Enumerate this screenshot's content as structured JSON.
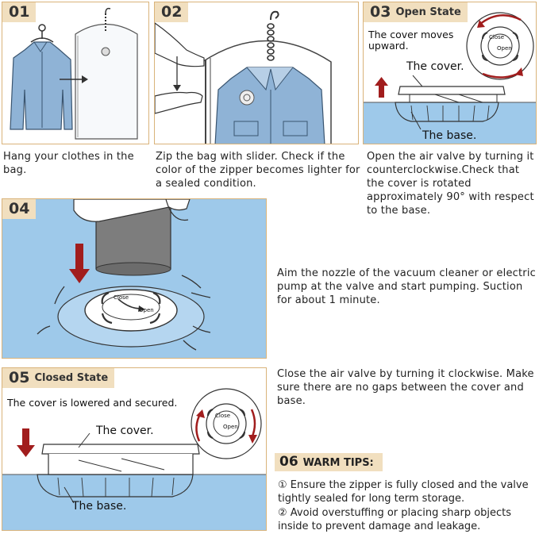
{
  "steps": [
    {
      "number": "01",
      "caption": "Hang your clothes in the bag."
    },
    {
      "number": "02",
      "caption": "Zip the bag with slider. Check if the color of the zipper becomes lighter for a sealed condition."
    },
    {
      "number": "03",
      "title": "Open State",
      "note": "The cover moves upward.",
      "cover_label": "The cover.",
      "base_label": "The base.",
      "caption": "Open the air valve by turning it counterclockwise.Check that the cover is rotated approximately 90° with respect to the base."
    },
    {
      "number": "04",
      "caption": "Aim the nozzle of the vacuum cleaner or electric pump at the valve and start pumping. Suction for about 1 minute."
    },
    {
      "number": "05",
      "title": "Closed State",
      "note": "The cover is lowered and secured.",
      "cover_label": "The cover.",
      "base_label": "The base.",
      "caption": "Close the air valve by turning it clockwise. Make sure there are no gaps between the cover and base."
    }
  ],
  "valve": {
    "close": "Close",
    "open": "Open"
  },
  "tips": {
    "number": "06",
    "title": "WARM TIPS:",
    "items": [
      "① Ensure the zipper is fully closed and the valve tightly sealed for long term storage.",
      "② Avoid overstuffing or placing sharp objects inside to prevent damage and leakage."
    ]
  },
  "colors": {
    "badge": "#f1dfbf",
    "border": "#d9b37a",
    "water": "#9ec9ea",
    "arrow": "#a11d1d",
    "jacket": "#8fb3d6"
  }
}
